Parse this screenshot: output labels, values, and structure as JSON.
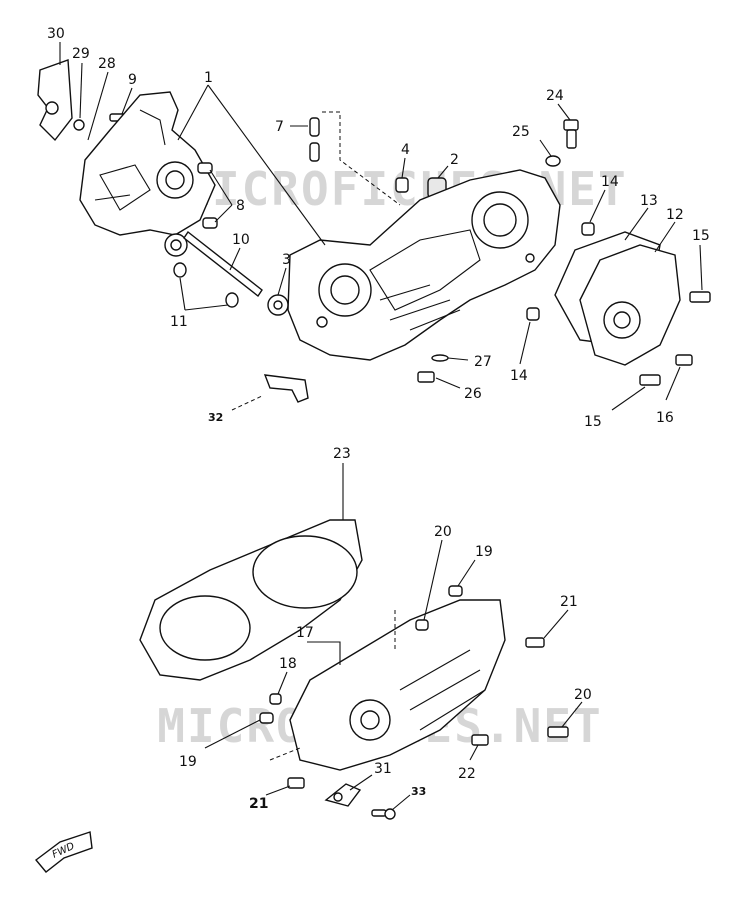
{
  "watermark": "MICROFICHES.NET",
  "callouts": {
    "c1": "1",
    "c2": "2",
    "c3": "3",
    "c4": "4",
    "c7": "7",
    "c8": "8",
    "c9": "9",
    "c10": "10",
    "c11": "11",
    "c12": "12",
    "c13": "13",
    "c14a": "14",
    "c14b": "14",
    "c15a": "15",
    "c15b": "15",
    "c16": "16",
    "c17": "17",
    "c18": "18",
    "c19a": "19",
    "c19b": "19",
    "c20a": "20",
    "c20b": "20",
    "c21a": "21",
    "c21b": "21",
    "c22": "22",
    "c23": "23",
    "c24": "24",
    "c25": "25",
    "c26": "26",
    "c27": "27",
    "c28": "28",
    "c29": "29",
    "c30": "30",
    "c31": "31",
    "c32": "32",
    "c33": "33"
  },
  "fwd_label": "FWD"
}
